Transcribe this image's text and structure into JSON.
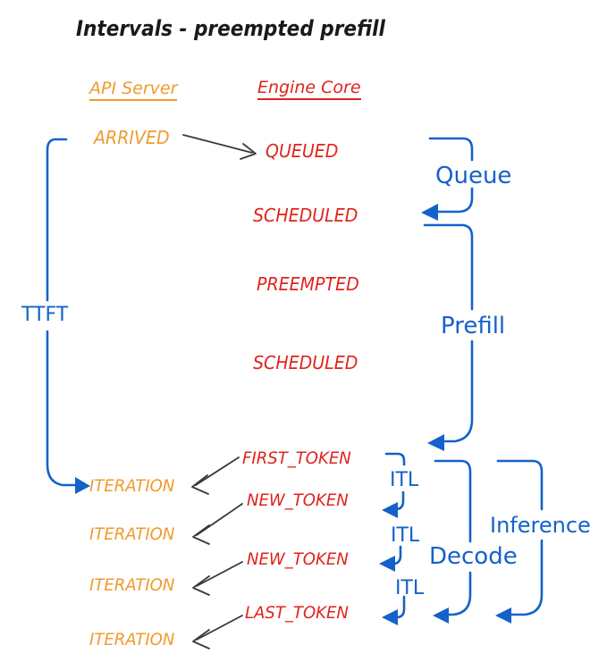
{
  "title": "Intervals - preempted prefill",
  "columns": {
    "api_server": "API Server",
    "engine_core": "Engine Core"
  },
  "api_server_events": [
    "ARRIVED",
    "ITERATION",
    "ITERATION",
    "ITERATION",
    "ITERATION"
  ],
  "engine_core_events": [
    "QUEUED",
    "SCHEDULED",
    "PREEMPTED",
    "SCHEDULED",
    "FIRST_TOKEN",
    "NEW_TOKEN",
    "NEW_TOKEN",
    "LAST_TOKEN"
  ],
  "intervals": {
    "ttft": "TTFT",
    "queue": "Queue",
    "prefill": "Prefill",
    "decode": "Decode",
    "inference": "Inference",
    "itl": [
      "ITL",
      "ITL",
      "ITL"
    ]
  },
  "colors": {
    "api_server_orange": "#f09a2d",
    "engine_core_red": "#e0231c",
    "interval_blue": "#1462c9",
    "event_arrow_black": "#3a3a3a",
    "title_black": "#1a1a1a"
  }
}
